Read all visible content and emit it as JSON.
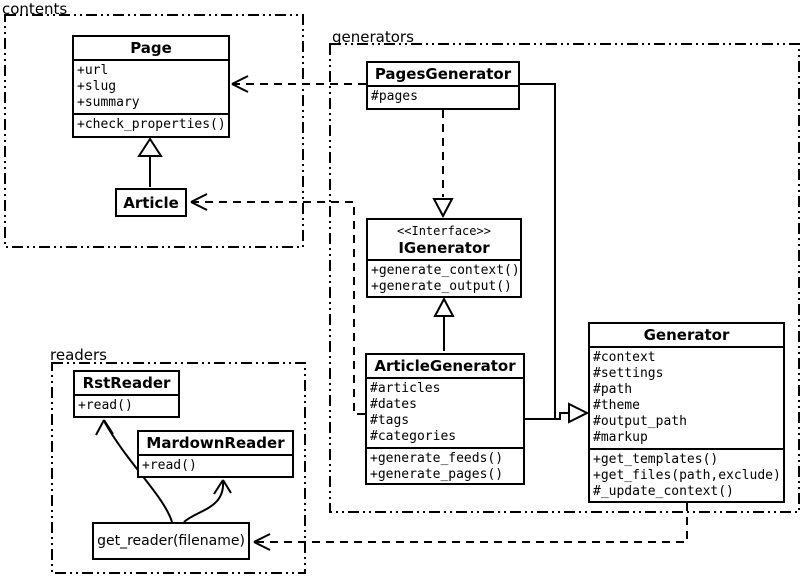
{
  "packages": {
    "contents": {
      "label": "contents"
    },
    "generators": {
      "label": "generators"
    },
    "readers": {
      "label": "readers"
    }
  },
  "classes": {
    "page": {
      "title": "Page",
      "attributes": [
        "+url",
        "+slug",
        "+summary"
      ],
      "methods": [
        "+check_properties()"
      ]
    },
    "article": {
      "title": "Article"
    },
    "pages_generator": {
      "title": "PagesGenerator",
      "attributes": [
        "#pages"
      ]
    },
    "igenerator": {
      "stereotype": "<<Interface>>",
      "title": "IGenerator",
      "methods": [
        "+generate_context()",
        "+generate_output()"
      ]
    },
    "article_generator": {
      "title": "ArticleGenerator",
      "attributes": [
        "#articles",
        "#dates",
        "#tags",
        "#categories"
      ],
      "methods": [
        "+generate_feeds()",
        "+generate_pages()"
      ]
    },
    "generator": {
      "title": "Generator",
      "attributes": [
        "#context",
        "#settings",
        "#path",
        "#theme",
        "#output_path",
        "#markup"
      ],
      "methods": [
        "+get_templates()",
        "+get_files(path,exclude)",
        "#_update_context()"
      ]
    },
    "rst_reader": {
      "title": "RstReader",
      "methods": [
        "+read()"
      ]
    },
    "markdown_reader": {
      "title": "MardownReader",
      "methods": [
        "+read()"
      ]
    },
    "get_reader": {
      "title": "get_reader(filename)"
    }
  },
  "colors": {
    "stroke": "#000000",
    "background": "#ffffff"
  }
}
